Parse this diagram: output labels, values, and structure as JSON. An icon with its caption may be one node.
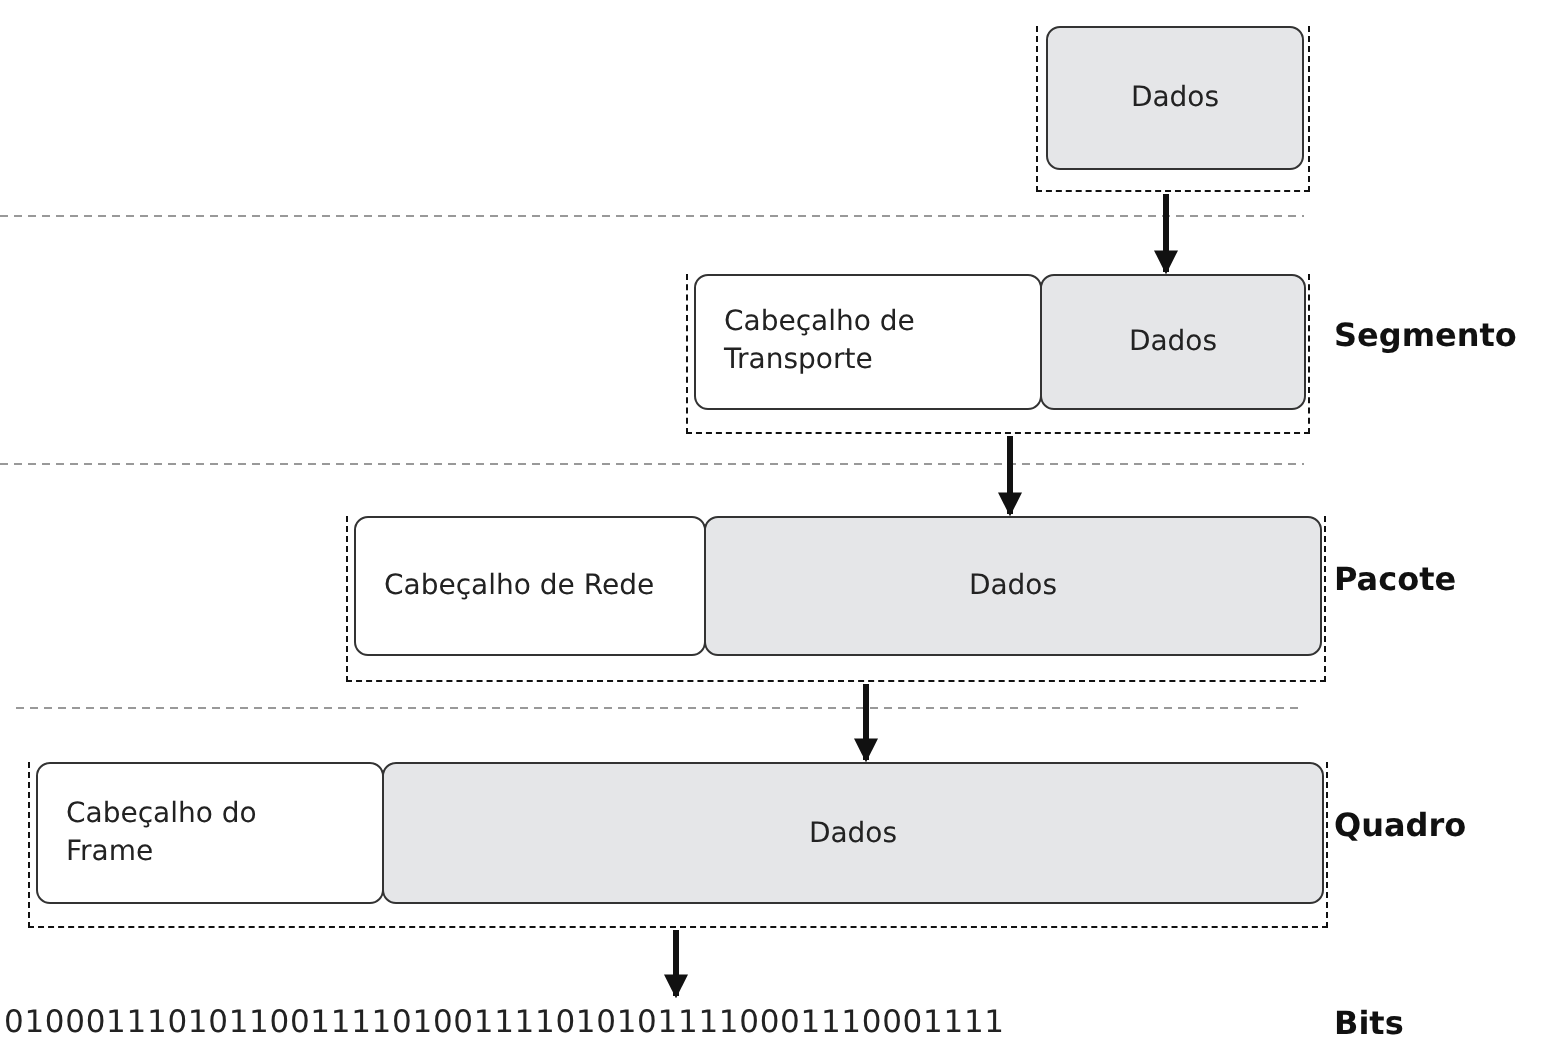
{
  "diagram": {
    "nodes": [
      {
        "text": [],
        "shape": "box"
      },
      {
        "text": [
          "Dados"
        ],
        "in": 0
      },
      {
        "text": [],
        "shape": "box",
        "beside": [
          "Segmento"
        ]
      },
      {
        "text": [
          "Cabeçalho de Transporte"
        ],
        "in": 2
      },
      {
        "text": [
          "Dados"
        ],
        "in": 2
      },
      {
        "text": [],
        "shape": "box",
        "beside": [
          "Pacote"
        ]
      },
      {
        "text": [
          "Cabeçalho de Rede"
        ],
        "in": 5
      },
      {
        "text": [
          "Dados"
        ],
        "in": 5
      },
      {
        "text": [],
        "shape": "box",
        "beside": [
          "Quadro"
        ]
      },
      {
        "text": [
          "Cabeçalho do Frame"
        ],
        "in": 8
      },
      {
        "text": [
          "Dados"
        ],
        "in": 8
      },
      {
        "text": [
          "0100011101011001111010011110101011110001110001111"
        ]
      }
    ],
    "edges": [
      {
        "from": 0,
        "to": 2,
        "arrow": "to"
      },
      {
        "from": 2,
        "to": 5,
        "arrow": "to"
      },
      {
        "from": 5,
        "to": 8,
        "arrow": "to"
      },
      {
        "from": 8,
        "to": 11,
        "arrow": "to"
      }
    ],
    "labels": [
      "Bits"
    ]
  }
}
